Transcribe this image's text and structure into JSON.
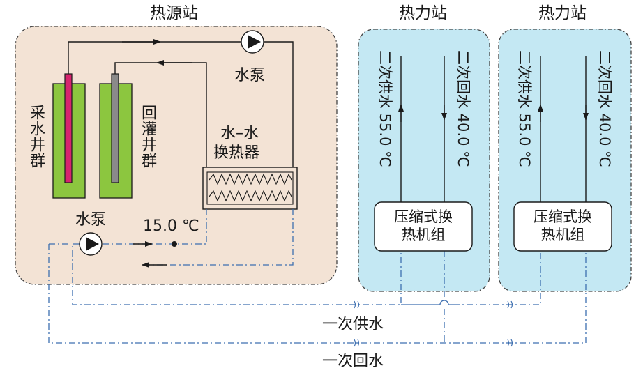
{
  "heat_source_station": {
    "title": "热源站",
    "production_wells": "采水井群",
    "injection_wells": "回灌井群",
    "top_pump": "水泵",
    "bottom_pump": "水泵",
    "heat_exchanger_line1": "水–水",
    "heat_exchanger_line2": "换热器",
    "temperature": "15.0 ℃"
  },
  "heat_stations": [
    {
      "title": "热力站",
      "supply_label": "二次供水 55.0 ℃",
      "return_label": "二次回水 40.0 ℃",
      "unit_line1": "压缩式换",
      "unit_line2": "热机组"
    },
    {
      "title": "热力站",
      "supply_label": "二次供水 55.0 ℃",
      "return_label": "二次回水 40.0 ℃",
      "unit_line1": "压缩式换",
      "unit_line2": "热机组"
    }
  ],
  "pipes": {
    "primary_supply": "一次供水",
    "primary_return": "一次回水"
  },
  "colors": {
    "source_fill": "#f3e3d5",
    "station_fill": "#c4e8f3",
    "well_casing": "#8cc63f",
    "production_pipe": "#d6246e",
    "injection_pipe": "#8a8a8a",
    "dashed_pipe": "#3d6fb0"
  }
}
